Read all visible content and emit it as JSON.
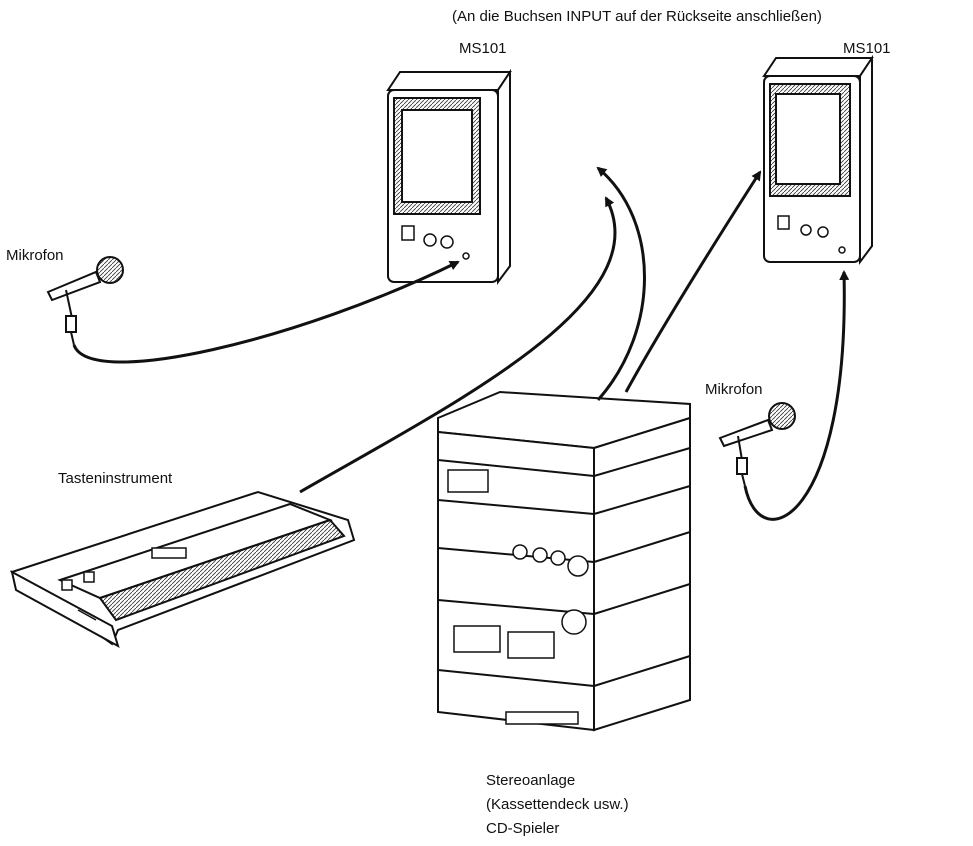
{
  "labels": {
    "note": "(An die Buchsen INPUT auf der Rückseite anschließen)",
    "speaker_left": "MS101",
    "speaker_right": "MS101",
    "mic_left": "Mikrofon",
    "mic_right": "Mikrofon",
    "keyboard": "Tasteninstrument",
    "stereo_line1": "Stereoanlage",
    "stereo_line2": "(Kassettendeck usw.)",
    "stereo_line3": "CD-Spieler"
  },
  "devices": [
    {
      "name": "speaker",
      "icon": "speaker-icon",
      "count": 2
    },
    {
      "name": "microphone",
      "icon": "microphone-icon",
      "count": 2
    },
    {
      "name": "keyboard",
      "icon": "keyboard-icon",
      "count": 1
    },
    {
      "name": "stereo system",
      "icon": "stereo-rack-icon",
      "count": 1
    }
  ],
  "colors": {
    "ink": "#111111",
    "background": "#ffffff"
  }
}
